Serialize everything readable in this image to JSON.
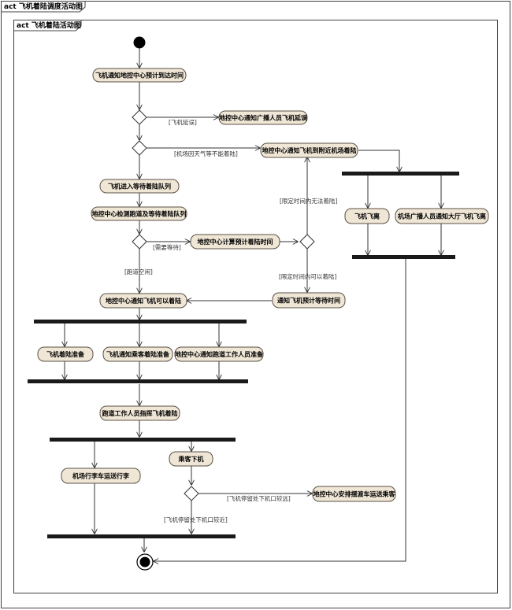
{
  "outer_title": "act 飞机着陆调度活动图",
  "inner_title": "act 飞机着陆活动图",
  "actions": {
    "a1": "飞机通知地控中心预计到达时间",
    "a2": "地控中心通知广播人员飞机延误",
    "a3": "地控中心通知飞机到附近机场着陆",
    "a4": "飞机进入等待着陆队列",
    "a5": "地控中心检测跑道及等待着陆队列",
    "a6": "地控中心计算预计着陆时间",
    "a7": "飞机飞离",
    "a8": "机场广播人员通知大厅飞机飞离",
    "a9": "通知飞机预计等待时间",
    "a10": "地控中心通知飞机可以着陆",
    "a11": "飞机着陆准备",
    "a12": "飞机通知乘客着陆准备",
    "a13": "地控中心通知跑道工作人员准备",
    "a14": "跑道工作人员指挥飞机着陆",
    "a15": "机场行李车运送行李",
    "a16": "乘客下机",
    "a17": "地控中心安排摆渡车运送乘客"
  },
  "guards": {
    "g1": "[飞机延误]",
    "g2": "[机场因天气等不能着陆]",
    "g3": "[需要等待]",
    "g4": "[限定时间内无法着陆]",
    "g5": "[跑道空闲]",
    "g6": "[限定时间内可以着陆]",
    "g7": "[飞机停留处下机口较远]",
    "g8": "[飞机停留处下机口较近]"
  }
}
